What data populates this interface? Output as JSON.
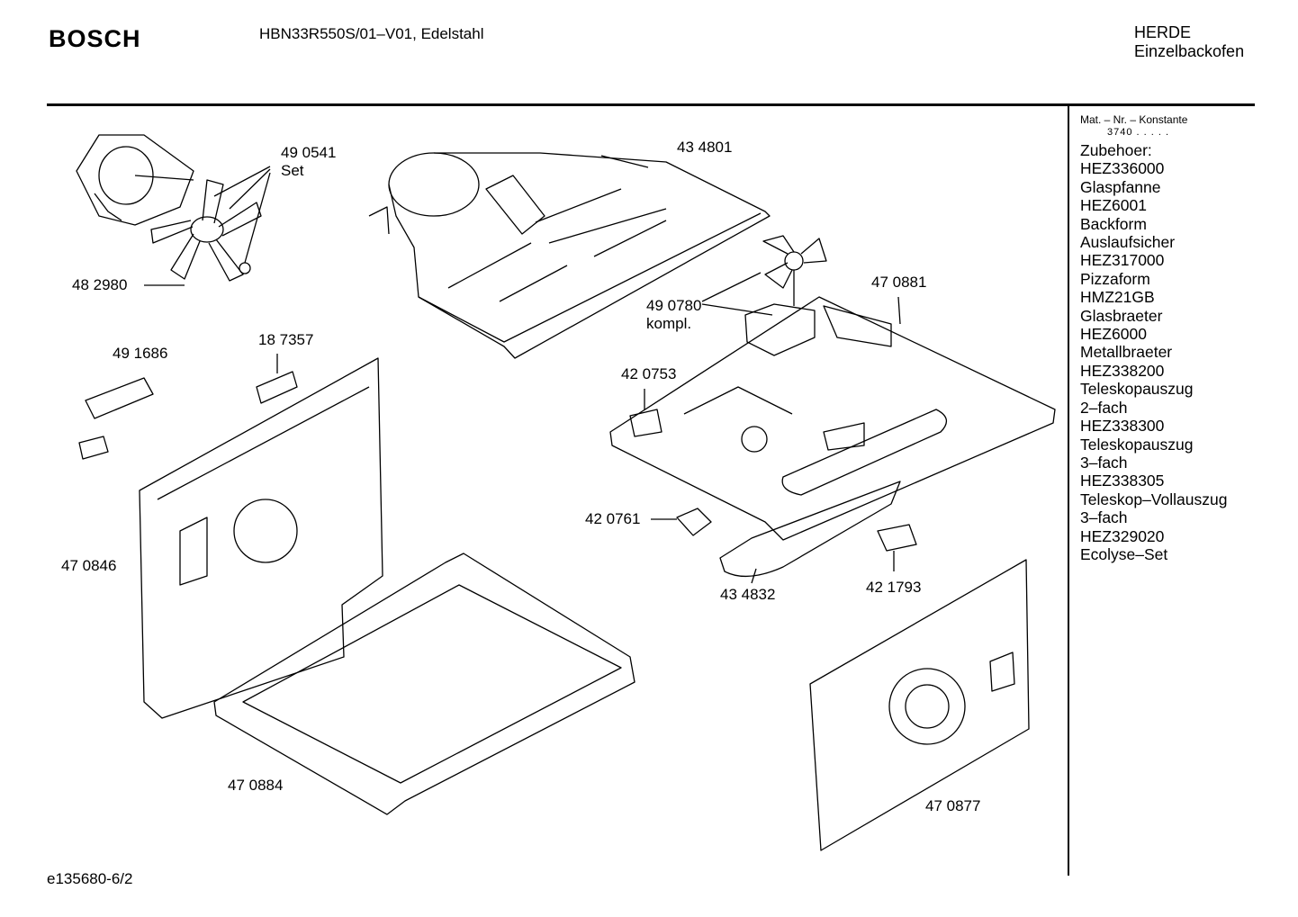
{
  "header": {
    "brand": "BOSCH",
    "model": "HBN33R550S/01–V01, Edelstahl",
    "category_line1": "HERDE",
    "category_line2": "Einzelbackofen"
  },
  "footer": {
    "code": "e135680-6/2"
  },
  "sidebar": {
    "constant_label": "Mat. – Nr. – Konstante",
    "constant_value": "3740 .   .   .   .   .",
    "items": [
      "Zubehoer:",
      "HEZ336000",
      "Glaspfanne",
      "HEZ6001",
      "Backform",
      "Auslaufsicher",
      "HEZ317000",
      "Pizzaform",
      "HMZ21GB",
      "Glasbraeter",
      "HEZ6000",
      "Metallbraeter",
      "HEZ338200",
      "Teleskopauszug",
      "2–fach",
      "HEZ338300",
      "Teleskopauszug",
      "3–fach",
      "HEZ338305",
      "Teleskop–Vollauszug",
      "3–fach",
      "HEZ329020",
      "Ecolyse–Set"
    ]
  },
  "parts": {
    "p490541": "49 0541",
    "p490541_sub": "Set",
    "p482980": "48 2980",
    "p434801": "43 4801",
    "p490780": "49 0780",
    "p490780_sub": "kompl.",
    "p470881": "47 0881",
    "p491686": "49 1686",
    "p187357": "18 7357",
    "p420753": "42 0753",
    "p420761": "42 0761",
    "p470846": "47 0846",
    "p434832": "43 4832",
    "p421793": "42 1793",
    "p470884": "47 0884",
    "p470877": "47 0877"
  }
}
